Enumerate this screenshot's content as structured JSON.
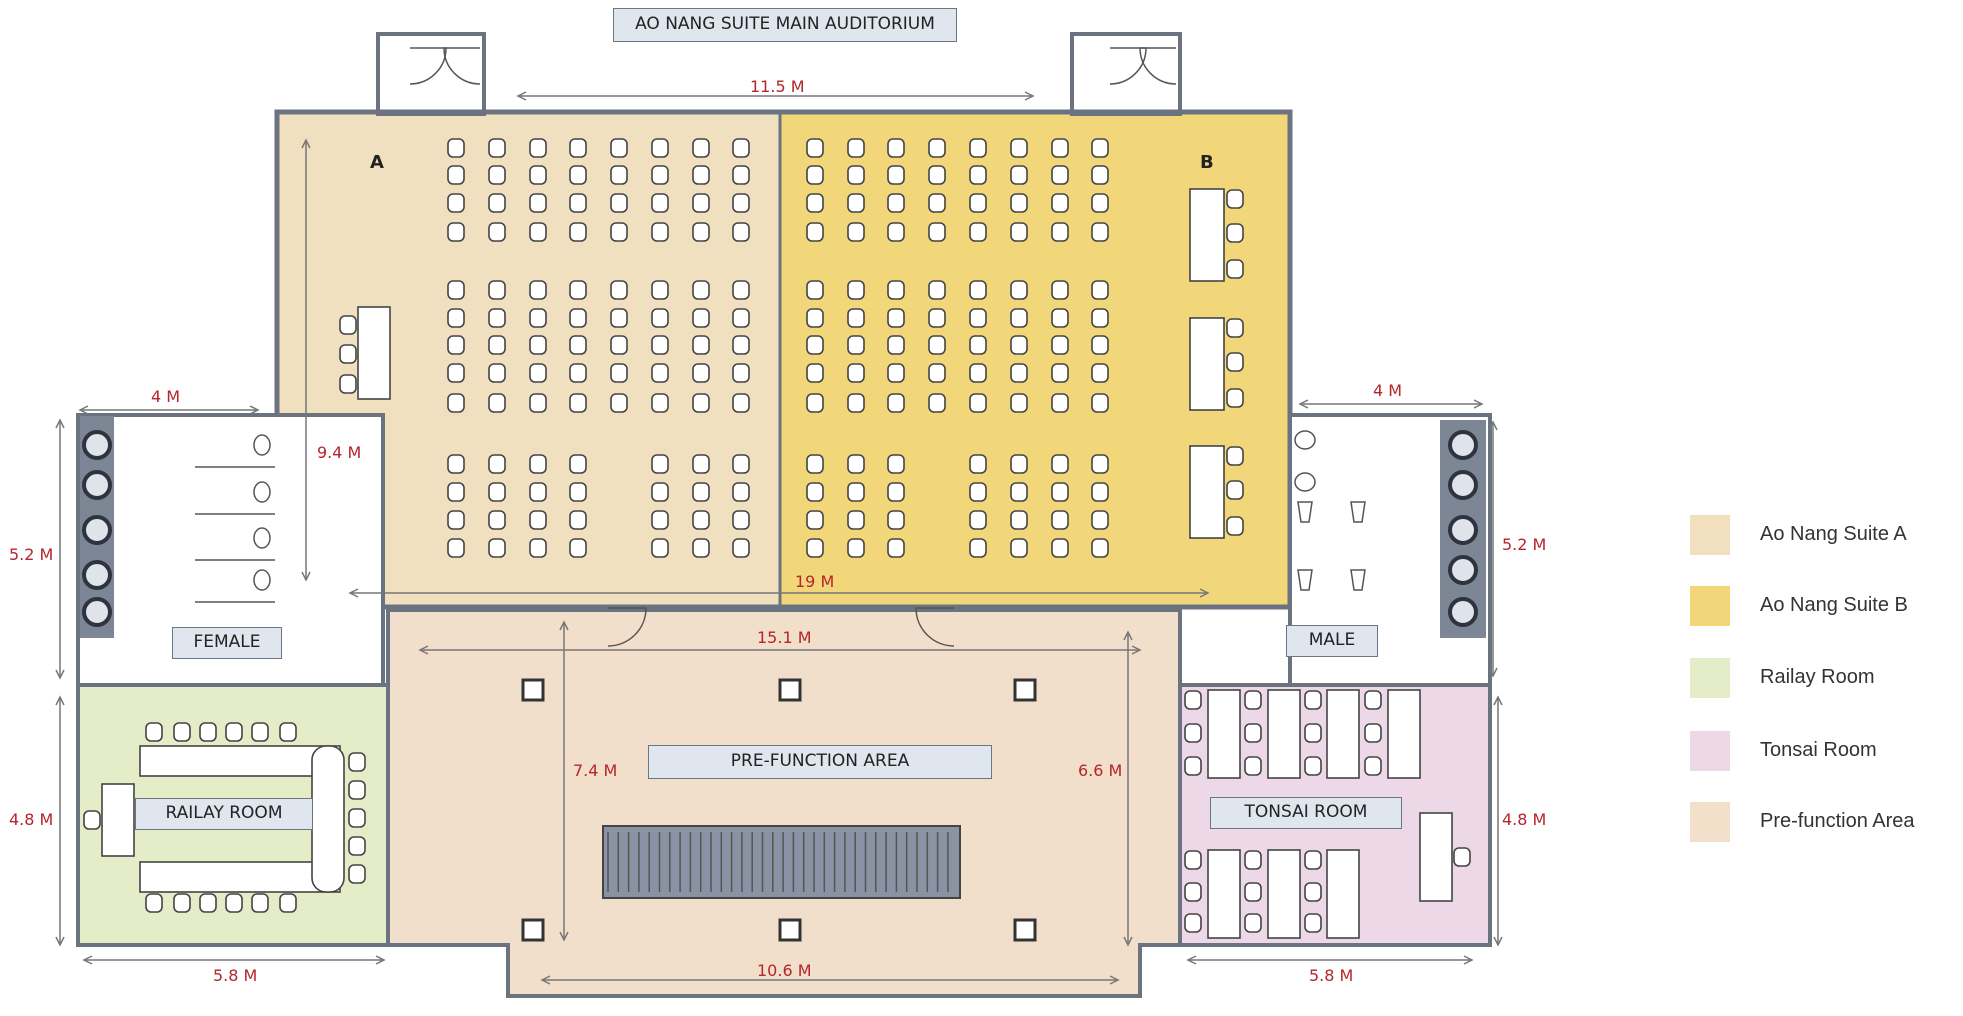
{
  "labels": {
    "auditorium": "AO NANG SUITE MAIN AUDITORIUM",
    "prefunction": "PRE-FUNCTION AREA",
    "railay": "RAILAY ROOM",
    "tonsai": "TONSAI ROOM",
    "female": "FEMALE",
    "male": "MALE",
    "section_a": "A",
    "section_b": "B"
  },
  "dimensions": {
    "aud_top": "11.5 M",
    "aud_left": "9.4 M",
    "aud_bottom": "19 M",
    "prefunction_top": "15.1 M",
    "prefunction_left": "7.4 M",
    "prefunction_right": "6.6 M",
    "prefunction_bottom": "10.6 M",
    "female_width": "4 M",
    "female_height": "5.2 M",
    "male_width": "4 M",
    "male_height": "5.2 M",
    "railay_height": "4.8 M",
    "railay_width": "5.8 M",
    "tonsai_height": "4.8 M",
    "tonsai_width": "5.8 M"
  },
  "legend": [
    {
      "label": "Ao Nang Suite A",
      "color": "#f1e0c0"
    },
    {
      "label": "Ao Nang Suite B",
      "color": "#f2d77a"
    },
    {
      "label": "Railay Room",
      "color": "#e4ecc8"
    },
    {
      "label": "Tonsai Room",
      "color": "#ecd8e6"
    },
    {
      "label": "Pre-function Area",
      "color": "#f3e0ca"
    }
  ],
  "colors": {
    "suite_a": "#f1e0c0",
    "suite_b": "#f2d77a",
    "railay": "#e4ecc8",
    "tonsai": "#ecd8e6",
    "prefunction": "#f2dfcb",
    "wall": "#6b7380",
    "dimension": "#b5252a"
  }
}
